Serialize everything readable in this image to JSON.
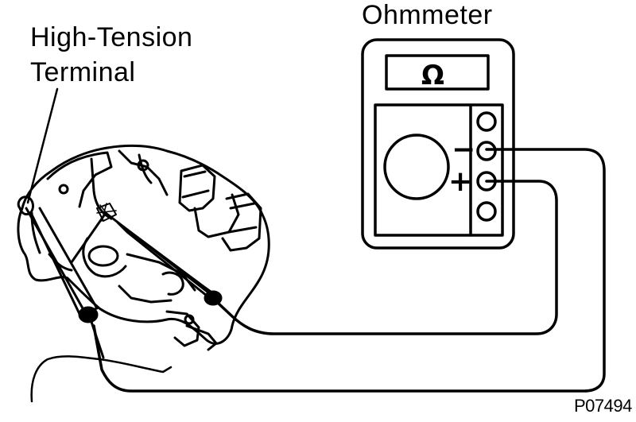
{
  "labels": {
    "terminal_line1": "High-Tension",
    "terminal_line2": "Terminal",
    "meter_title": "Ohmmeter",
    "figure_code": "P07494"
  },
  "meter": {
    "display_symbol": "Ω",
    "negative_symbol": "−",
    "positive_symbol": "+"
  },
  "colors": {
    "ink": "#000000",
    "paper": "#ffffff"
  }
}
